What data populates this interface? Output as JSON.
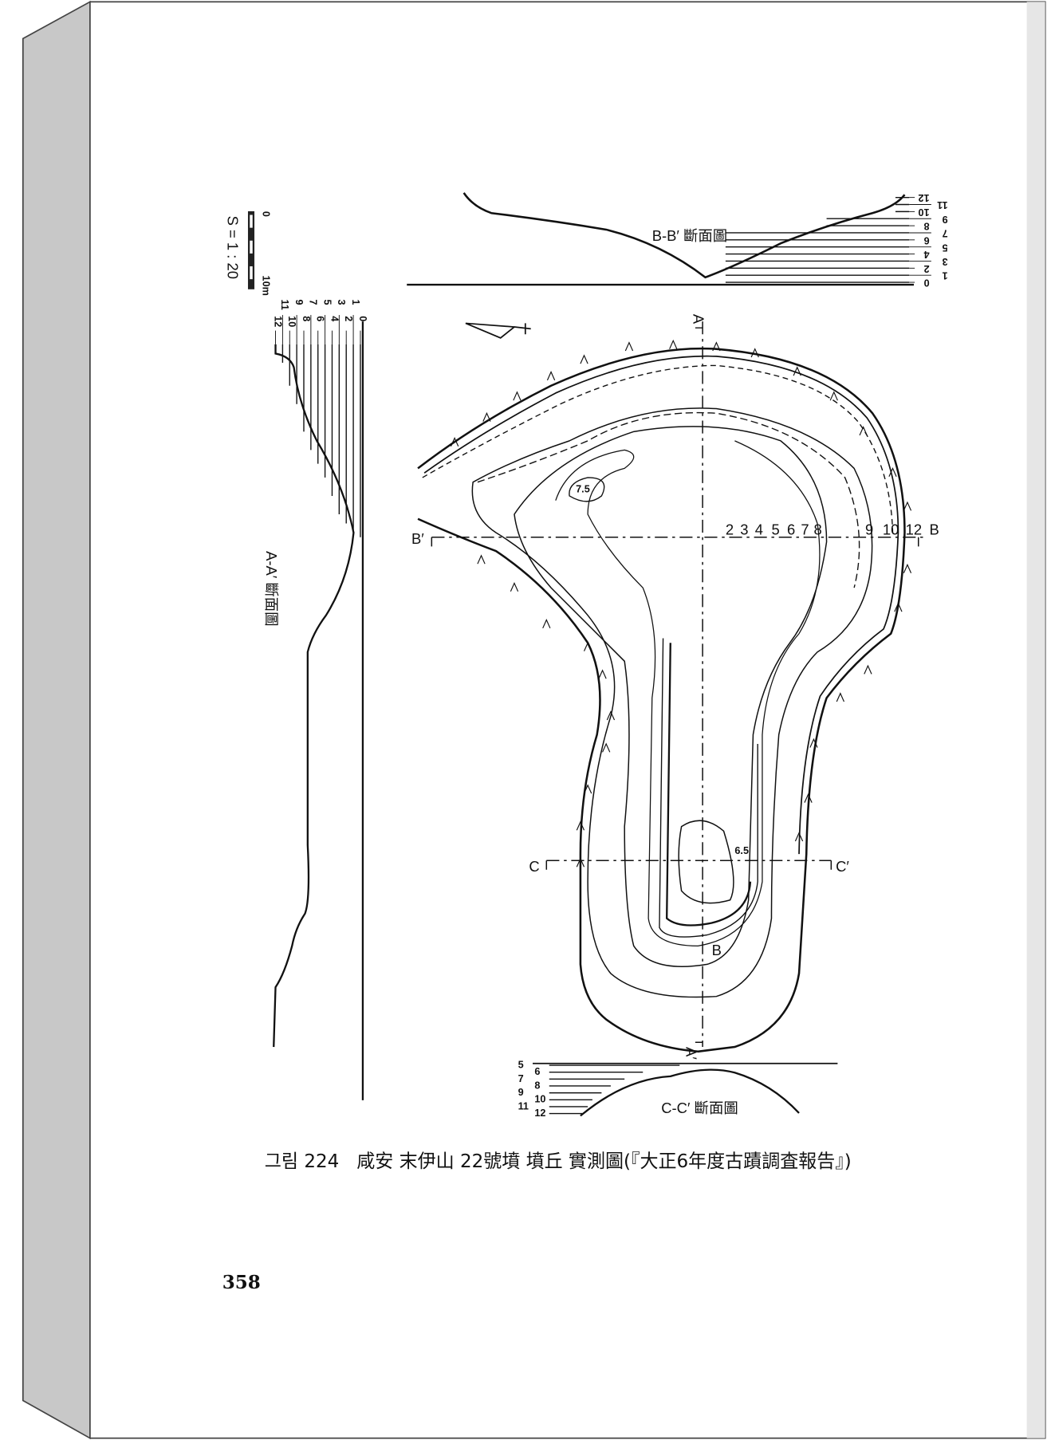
{
  "page": {
    "number": "358",
    "caption": "그림 224   咸安 末伊山 22號墳 墳丘 實測圖(『大正6年度古蹟調査報告』)"
  },
  "figure": {
    "section_bb": "B-B′ 斷面圖",
    "section_aa": "A-A′ 斷面圖",
    "section_cc": "C-C′ 斷面圖",
    "scale_label": "S = 1 : 20",
    "scale_start": "0",
    "scale_end": "10m",
    "axis_labels": {
      "a": "A",
      "a_prime": "A′",
      "b": "B",
      "b_prime": "B′",
      "c": "C",
      "c_prime": "C′",
      "b_mark": "B"
    },
    "contour_labels": [
      "2",
      "3",
      "4",
      "5",
      "6",
      "7",
      "8",
      "9",
      "10",
      "12"
    ],
    "spot_heights": [
      "7.5",
      "6.5"
    ],
    "bb_levels": [
      "12",
      "11",
      "10",
      "9",
      "8",
      "7",
      "6",
      "5",
      "4",
      "3",
      "2",
      "1",
      "0"
    ],
    "aa_levels": [
      "12",
      "11",
      "10",
      "9",
      "8",
      "7",
      "6",
      "5",
      "4",
      "3",
      "2",
      "1",
      "0"
    ],
    "cc_levels": [
      "5",
      "6",
      "7",
      "8",
      "9",
      "10",
      "11",
      "12"
    ]
  }
}
